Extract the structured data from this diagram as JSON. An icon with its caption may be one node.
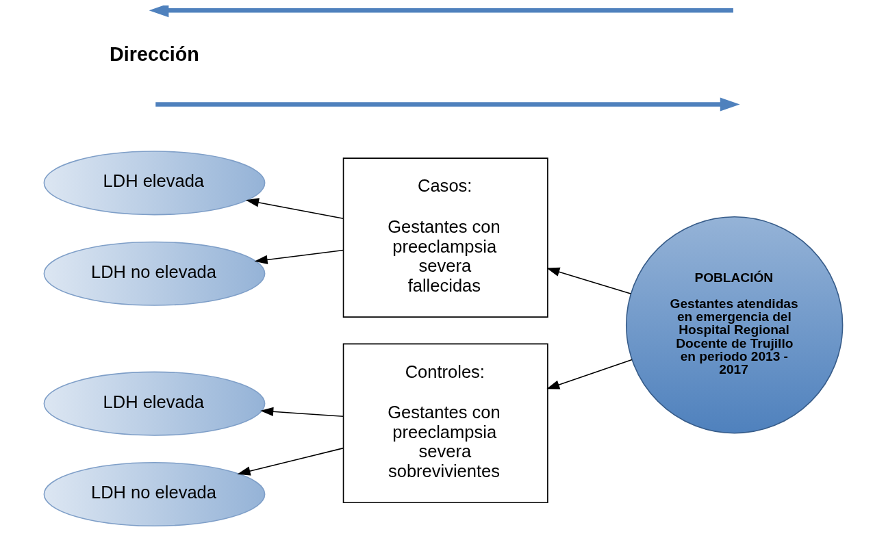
{
  "diagram": {
    "nodes": [
      {
        "text": [
          "POBLACIÓN",
          "Gestantes atendidas en emergencia del Hospital Regional Docente de Trujillo en periodo 2013 - 2017"
        ]
      },
      {
        "text": [
          "Casos:",
          "Gestantes con preeclampsia severa fallecidas"
        ]
      },
      {
        "text": [
          "Controles:",
          "Gestantes con preeclampsia severa sobrevivientes"
        ]
      },
      {
        "text": [
          "LDH elevada"
        ]
      },
      {
        "text": [
          "LDH no elevada"
        ]
      },
      {
        "text": [
          "LDH elevada"
        ]
      },
      {
        "text": [
          "LDH no elevada"
        ]
      }
    ],
    "edges": [
      {
        "from": 0,
        "to": 1,
        "arrow": "to"
      },
      {
        "from": 0,
        "to": 2,
        "arrow": "to"
      },
      {
        "from": 1,
        "to": 3,
        "arrow": "to"
      },
      {
        "from": 1,
        "to": 4,
        "arrow": "to"
      },
      {
        "from": 2,
        "to": 5,
        "arrow": "to"
      },
      {
        "from": 2,
        "to": 6,
        "arrow": "to"
      }
    ],
    "labels": [
      "Dirección"
    ]
  }
}
